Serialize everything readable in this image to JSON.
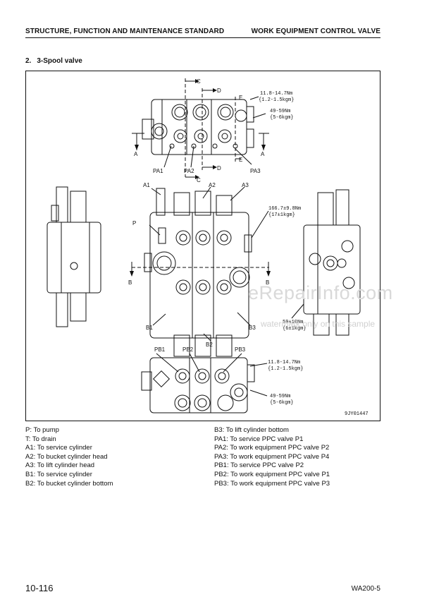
{
  "header": {
    "left": "STRUCTURE, FUNCTION AND MAINTENANCE STANDARD",
    "right": "WORK EQUIPMENT CONTROL VALVE"
  },
  "section": {
    "number": "2.",
    "title": "3-Spool valve"
  },
  "figure": {
    "labels": {
      "c_top": "C",
      "d_top": "D",
      "e_top": "E",
      "c_bot": "C",
      "d_bot": "D",
      "e_bot": "E",
      "a_left": "A",
      "a_right": "A",
      "pa1": "PA1",
      "pa2": "PA2",
      "pa3": "PA3",
      "a1": "A1",
      "a2": "A2",
      "a3": "A3",
      "p": "P",
      "b_left": "B",
      "b_right": "B",
      "b1": "B1",
      "b2": "B2",
      "b3": "B3",
      "pb1": "PB1",
      "pb2": "PB2",
      "pb3": "PB3"
    },
    "torques": {
      "t1_line1": "11.8-14.7Nm",
      "t1_line2": "{1.2-1.5kgm}",
      "t2_line1": "49-59Nm",
      "t2_line2": "{5-6kgm}",
      "t3_line1": "166.7±9.8Nm",
      "t3_line2": "{17±1kgm}",
      "t4_line1": "59±10Nm",
      "t4_line2": "{6±1kgm}",
      "t5_line1": "11.8-14.7Nm",
      "t5_line2": "{1.2-1.5kgm}",
      "t6_line1": "49-59Nm",
      "t6_line2": "{5-6kgm}"
    },
    "figure_code": "9JY01447"
  },
  "legend": {
    "left": [
      {
        "code": "P:",
        "text": "To pump"
      },
      {
        "code": "T:",
        "text": "To drain"
      },
      {
        "code": "A1:",
        "text": "To service cylinder"
      },
      {
        "code": "A2:",
        "text": "To bucket cylinder head"
      },
      {
        "code": "A3:",
        "text": "To lift cylinder head"
      },
      {
        "code": "B1:",
        "text": "To service cylinder"
      },
      {
        "code": "B2:",
        "text": "To bucket cylinder bottom"
      }
    ],
    "right": [
      {
        "code": "B3:",
        "text": "To lift cylinder bottom"
      },
      {
        "code": "PA1:",
        "text": "To service PPC valve P1"
      },
      {
        "code": "PA2:",
        "text": "To work equipment PPC valve P2"
      },
      {
        "code": "PA3:",
        "text": "To work equipment PPC valve P4"
      },
      {
        "code": "PB1:",
        "text": "To service PPC valve P2"
      },
      {
        "code": "PB2:",
        "text": "To work equipment PPC valve P1"
      },
      {
        "code": "PB3:",
        "text": "To work equipment PPC valve P3"
      }
    ]
  },
  "watermark": {
    "site": "eRepairInfo.com",
    "note": "watermark only on this sample"
  },
  "footer": {
    "page": "10-116",
    "model": "WA200-5"
  }
}
